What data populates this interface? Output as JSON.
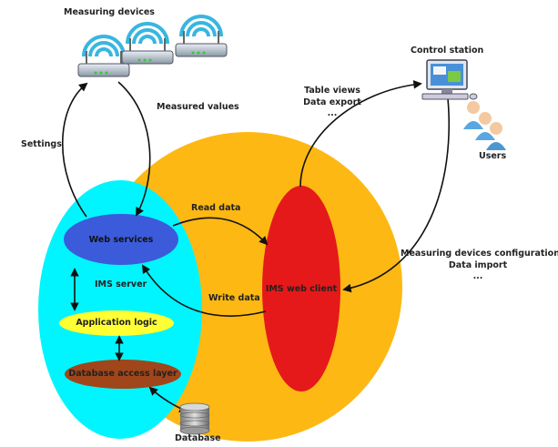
{
  "labels": {
    "measuring_devices": "Measuring devices",
    "measured_values": "Measured values",
    "settings": "Settings",
    "control_station": "Control station",
    "table_views": "Table views",
    "data_export": "Data export",
    "ellipsis_top": "...",
    "users": "Users",
    "read_data": "Read data",
    "write_data": "Write data",
    "web_services": "Web services",
    "ims_server": "IMS server",
    "application_logic": "Application logic",
    "database_access_layer": "Database access layer",
    "database": "Database",
    "ims_web_client": "IMS web client",
    "devices_config": "Measuring devices configuration",
    "data_import": "Data import",
    "ellipsis_bottom": "..."
  },
  "icons": {
    "router": "router-icon",
    "computer": "computer-icon",
    "user": "user-icon",
    "database": "database-icon"
  },
  "colors": {
    "outer_circle": "#FDB813",
    "server_region": "#00F5FF",
    "web_services": "#3B5BDB",
    "app_logic": "#FFFF33",
    "db_layer": "#A0461A",
    "web_client": "#E51919",
    "wifi": "#38B6E0"
  }
}
